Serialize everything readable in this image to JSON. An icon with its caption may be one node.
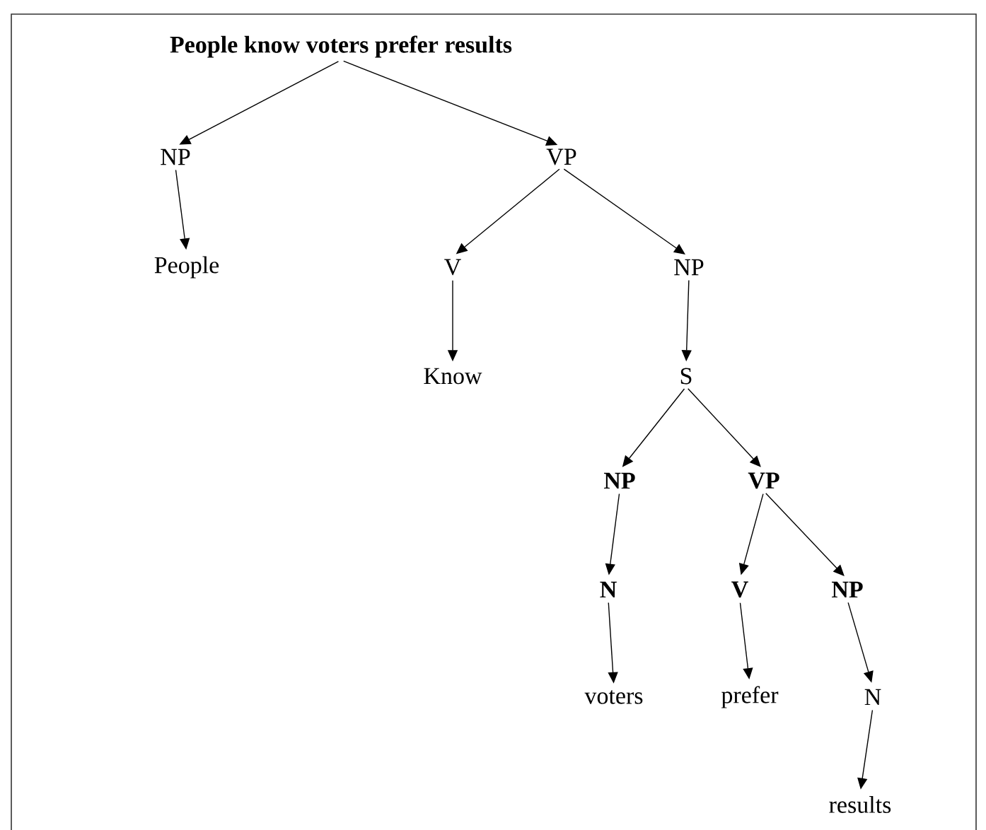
{
  "diagram": {
    "nodes": [
      {
        "text": [
          "People know voters prefer results"
        ]
      },
      {
        "text": [
          "NP"
        ]
      },
      {
        "text": [
          "VP"
        ]
      },
      {
        "text": [
          "People"
        ]
      },
      {
        "text": [
          "V"
        ]
      },
      {
        "text": [
          "NP"
        ]
      },
      {
        "text": [
          "Know"
        ]
      },
      {
        "text": [
          "S"
        ]
      },
      {
        "text": [
          "NP"
        ]
      },
      {
        "text": [
          "VP"
        ]
      },
      {
        "text": [
          "N"
        ]
      },
      {
        "text": [
          "V"
        ]
      },
      {
        "text": [
          "NP"
        ]
      },
      {
        "text": [
          "voters"
        ]
      },
      {
        "text": [
          "prefer"
        ]
      },
      {
        "text": [
          "N"
        ]
      },
      {
        "text": [
          "results"
        ]
      }
    ],
    "edges": [
      {
        "from": 0,
        "to": 1,
        "arrow": "to"
      },
      {
        "from": 0,
        "to": 2,
        "arrow": "to"
      },
      {
        "from": 1,
        "to": 3,
        "arrow": "to"
      },
      {
        "from": 2,
        "to": 4,
        "arrow": "to"
      },
      {
        "from": 2,
        "to": 5,
        "arrow": "to"
      },
      {
        "from": 4,
        "to": 6,
        "arrow": "to"
      },
      {
        "from": 5,
        "to": 7,
        "arrow": "to"
      },
      {
        "from": 7,
        "to": 8,
        "arrow": "to"
      },
      {
        "from": 7,
        "to": 9,
        "arrow": "to"
      },
      {
        "from": 8,
        "to": 10,
        "arrow": "to"
      },
      {
        "from": 9,
        "to": 11,
        "arrow": "to"
      },
      {
        "from": 9,
        "to": 12,
        "arrow": "to"
      },
      {
        "from": 10,
        "to": 13,
        "arrow": "to"
      },
      {
        "from": 11,
        "to": 14,
        "arrow": "to"
      },
      {
        "from": 12,
        "to": 15,
        "arrow": "to"
      },
      {
        "from": 15,
        "to": 16,
        "arrow": "to"
      }
    ]
  }
}
